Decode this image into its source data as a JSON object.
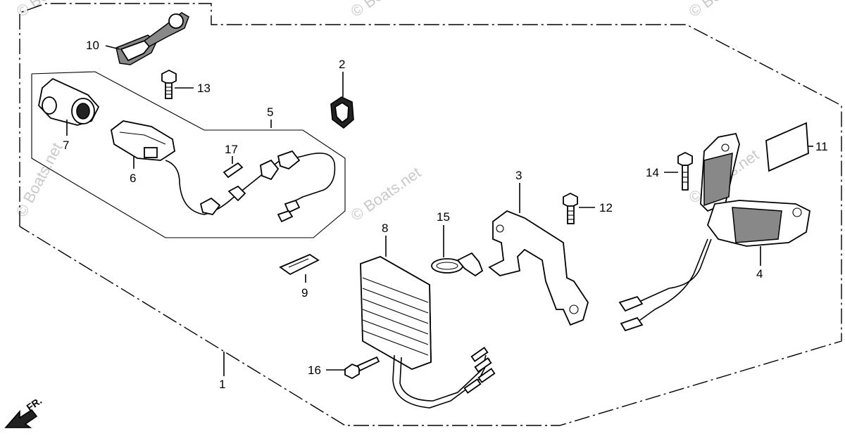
{
  "diagram": {
    "callouts": {
      "c1": "1",
      "c2": "2",
      "c3": "3",
      "c4": "4",
      "c5": "5",
      "c6": "6",
      "c7": "7",
      "c8": "8",
      "c9": "9",
      "c10": "10",
      "c11": "11",
      "c12": "12",
      "c13": "13",
      "c14": "14",
      "c15": "15",
      "c16": "16",
      "c17": "17"
    },
    "direction_label": "FR.",
    "watermark": "© Boats.net"
  }
}
